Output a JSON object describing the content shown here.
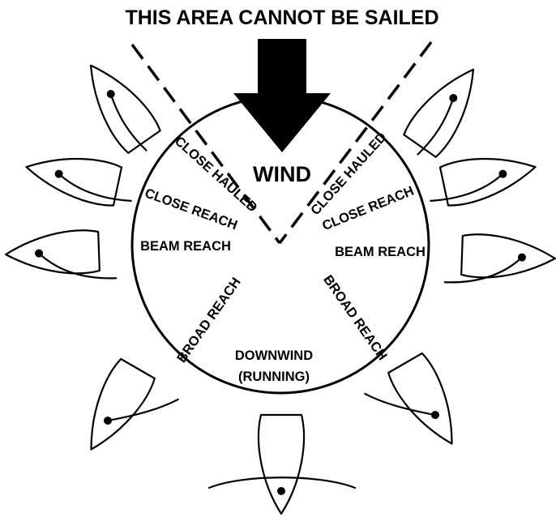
{
  "title": "THIS AREA CANNOT BE SAILED",
  "wind_label": "WIND",
  "labels": {
    "close_hauled_left": "CLOSE HAULED",
    "close_hauled_right": "CLOSE HAULED",
    "close_reach_left": "CLOSE REACH",
    "close_reach_right": "CLOSE REACH",
    "beam_reach_left": "BEAM REACH",
    "beam_reach_right": "BEAM REACH",
    "broad_reach_left": "BROAD REACH",
    "broad_reach_right": "BROAD REACH",
    "downwind": "DOWNWIND",
    "running": "(RUNNING)"
  },
  "colors": {
    "ink": "#000000",
    "paper": "#ffffff"
  }
}
